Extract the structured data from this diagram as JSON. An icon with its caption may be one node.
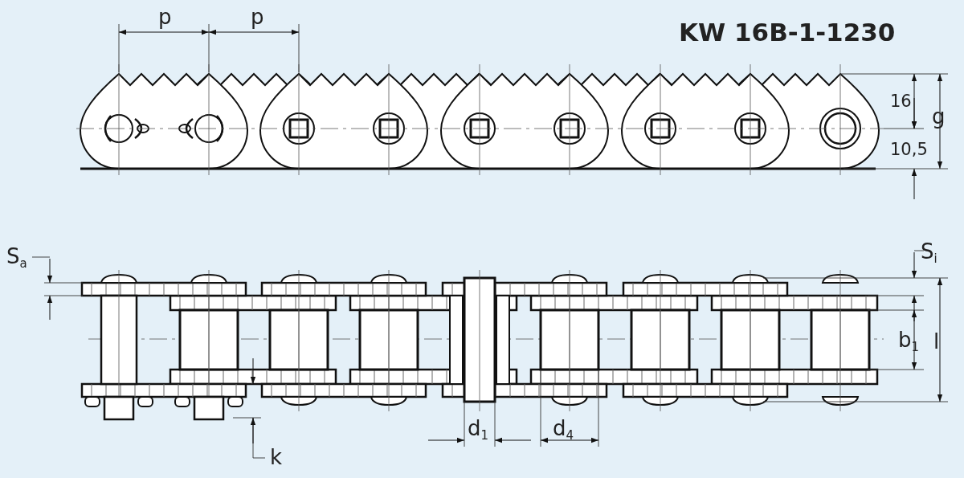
{
  "diagram": {
    "title": "KW 16B-1-1230",
    "labels": [
      "p",
      "p",
      "16",
      "g",
      "10,5",
      "S$_{a}$",
      "S$_{i}$",
      "b$_{1}$",
      "l",
      "k",
      "d$_{1}$",
      "d$_{4}$"
    ]
  }
}
